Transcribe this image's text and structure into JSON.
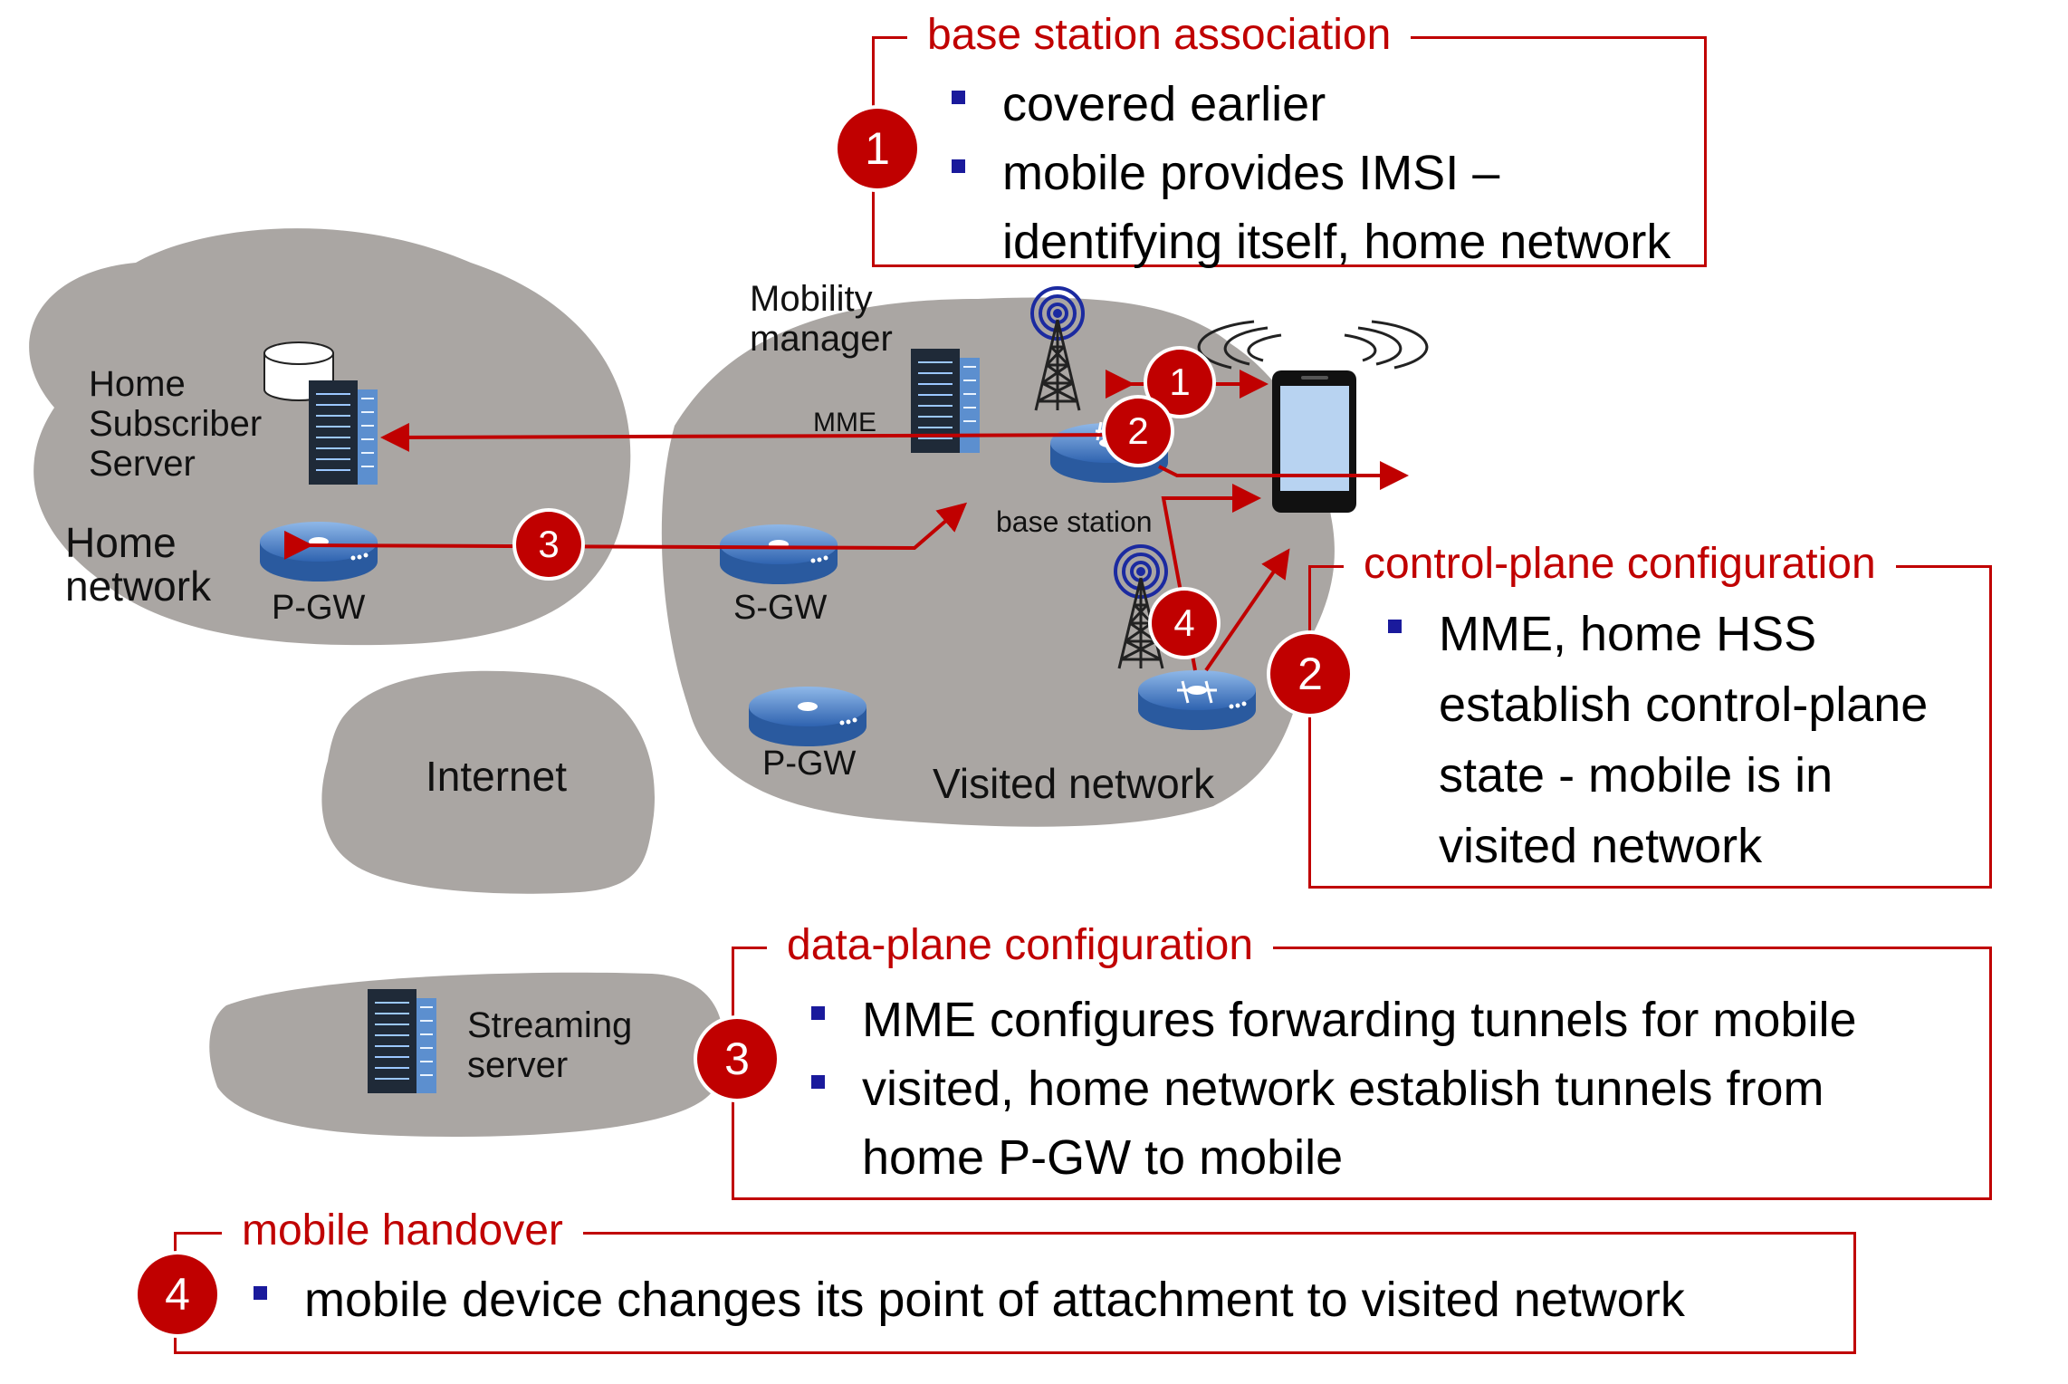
{
  "callouts": {
    "base_station": {
      "title": "base station association",
      "badge": "1",
      "bullets": [
        "covered earlier",
        "mobile  provides IMSI –",
        "identifying itself, home network"
      ]
    },
    "control_plane": {
      "title": "control-plane configuration",
      "badge": "2",
      "bullets": [
        "MME, home HSS",
        "establish control-plane",
        "state -  mobile is in",
        "visited network"
      ]
    },
    "data_plane": {
      "title": "data-plane configuration",
      "badge": "3",
      "bullets": [
        "MME configures forwarding tunnels for mobile",
        "visited, home network establish tunnels from",
        "home P-GW to mobile"
      ]
    },
    "handover": {
      "title": "mobile handover",
      "badge": "4",
      "bullets": [
        "mobile device changes its point of attachment to visited network"
      ]
    }
  },
  "home_network": {
    "hss_label_1": "Home",
    "hss_label_2": "Subscriber",
    "hss_label_3": "Server",
    "name_1": "Home",
    "name_2": "network",
    "pgw": "P-GW"
  },
  "visited_network": {
    "mm_label_1": "Mobility",
    "mm_label_2": "manager",
    "mme": "MME",
    "base_station": "base station",
    "sgw": "S-GW",
    "pgw": "P-GW",
    "name": "Visited network"
  },
  "internet": {
    "label": "Internet"
  },
  "streaming": {
    "label_1": "Streaming",
    "label_2": "server"
  },
  "step_badges": {
    "one": "1",
    "two": "2",
    "three": "3",
    "four": "4"
  },
  "colors": {
    "accent": "#c00000",
    "bullet": "#1a1a9c",
    "cloud": "#aaa6a3"
  }
}
